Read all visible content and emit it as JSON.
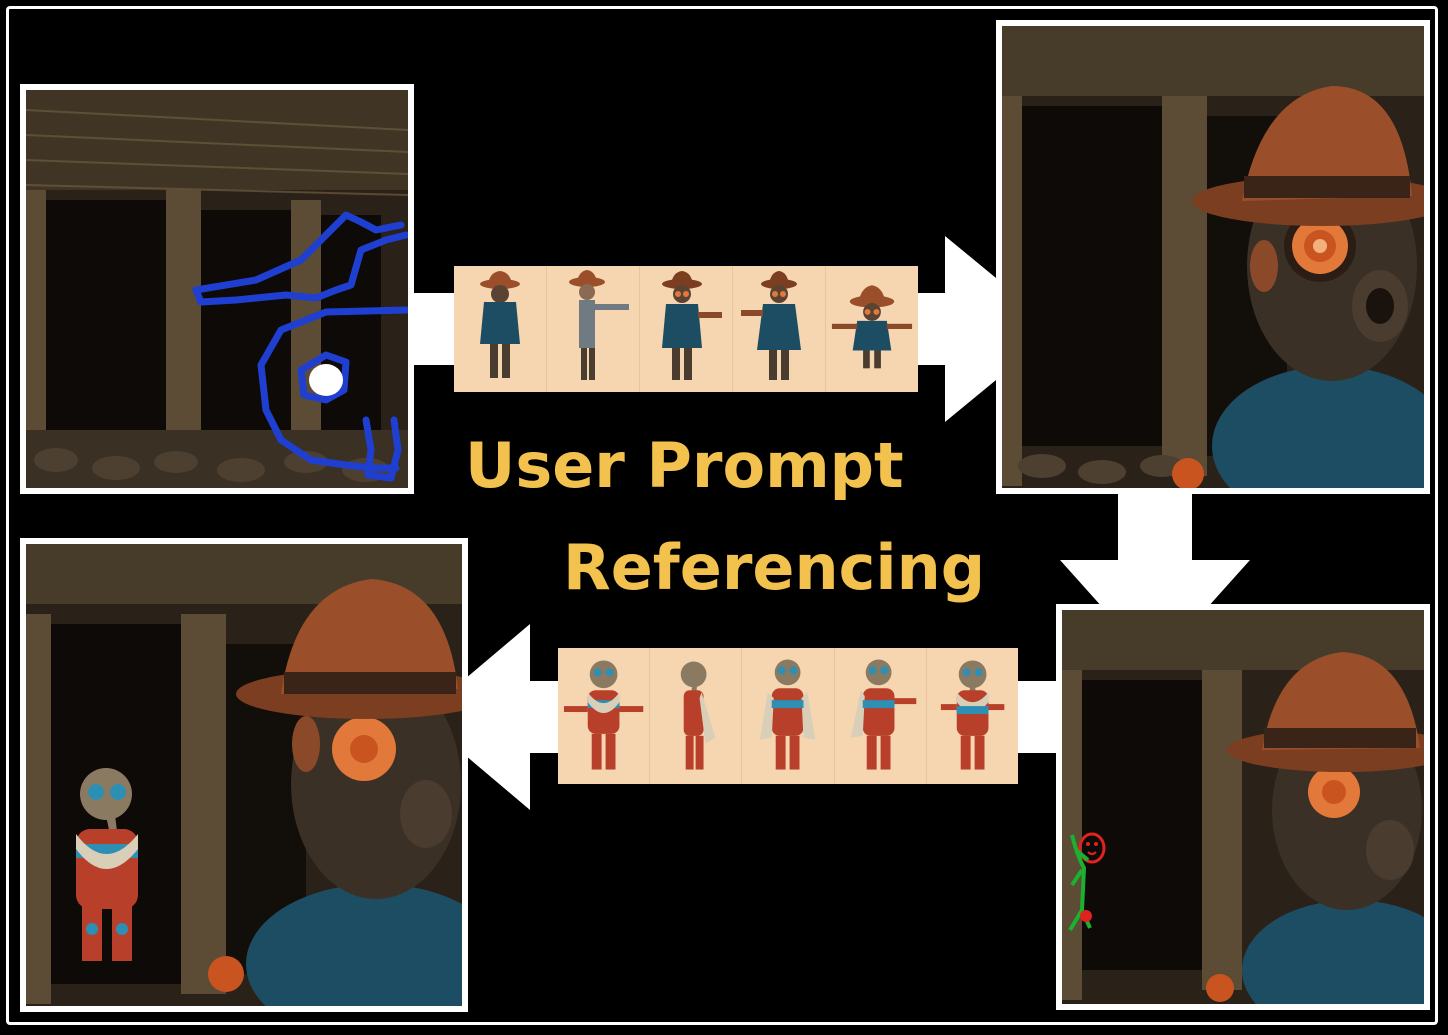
{
  "caption": {
    "line1": "User Prompt",
    "line2": "Referencing"
  },
  "panels": [
    {
      "name": "input-sketch-panel",
      "content": "Brick street scene with blue user sketch"
    },
    {
      "name": "generated-character-panel",
      "content": "Street scene with gas-mask cowboy character"
    },
    {
      "name": "second-sketch-panel",
      "content": "Generated scene with red/green user sketch"
    },
    {
      "name": "final-result-panel",
      "content": "Scene with cowboy and red-blue plague character"
    }
  ],
  "reference_strips": [
    {
      "name": "cowboy-reference-strip",
      "count": 5
    },
    {
      "name": "plague-reference-strip",
      "count": 5
    }
  ],
  "colors": {
    "caption": "#f2c14e",
    "sketch_blue": "#1f3fd1",
    "sketch_red": "#e0231c",
    "sketch_green": "#1bb12f",
    "hat": "#9a4f2a",
    "cloak": "#1d4d63",
    "lens": "#e2793a"
  }
}
